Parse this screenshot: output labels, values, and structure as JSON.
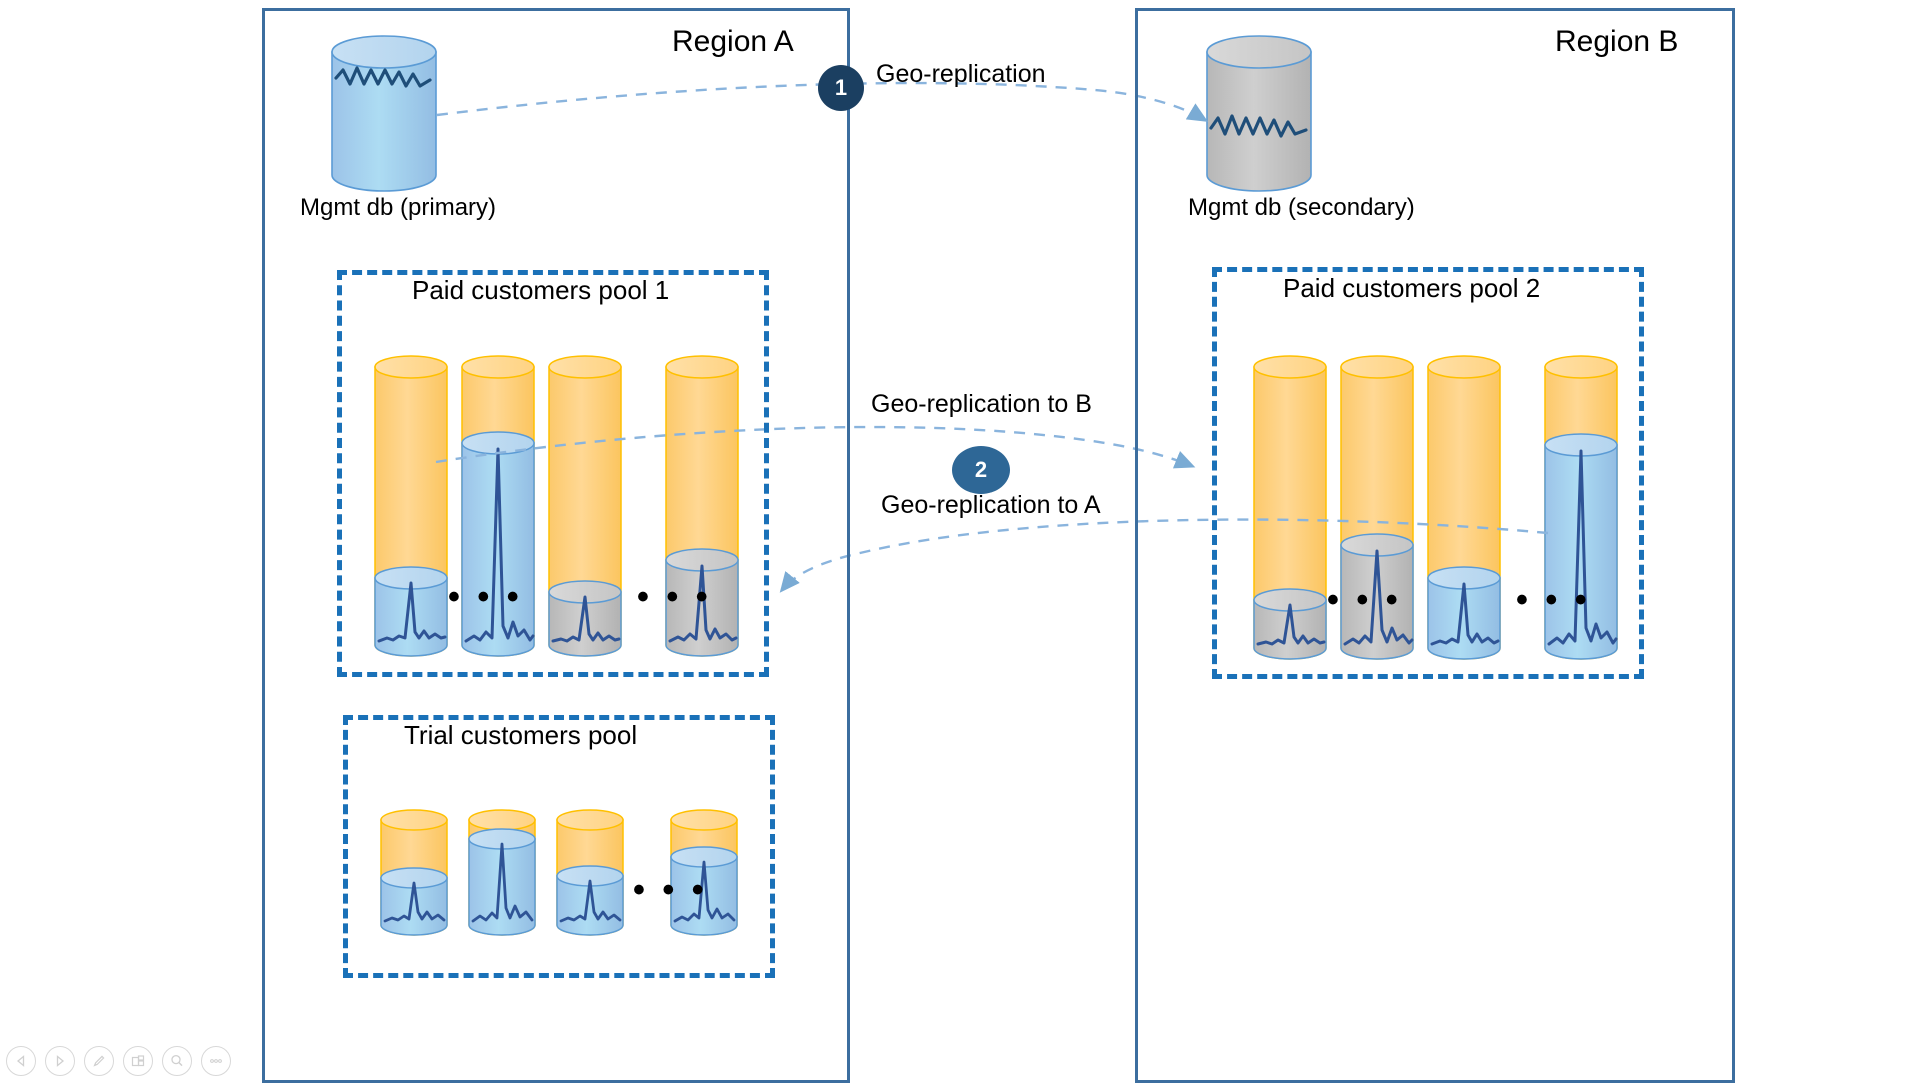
{
  "diagram": {
    "title_a": "Region A",
    "title_b": "Region B",
    "regions": [
      {
        "id": "region-a",
        "label": "Region A",
        "mgmt_db": {
          "caption": "Mgmt db (primary)",
          "fill": "blue",
          "color": "#9dc3e6"
        },
        "pools": [
          {
            "label": "Paid customers pool 1",
            "type": "paid",
            "cylinders": [
              {
                "index": 1,
                "outer": "orange",
                "inner_color": "blue",
                "inner_fill_pct": 22
              },
              {
                "index": 2,
                "outer": "orange",
                "inner_color": "blue",
                "inner_fill_pct": 78
              },
              {
                "index": 3,
                "outer": "orange",
                "inner_color": "grey",
                "inner_fill_pct": 18
              },
              {
                "index": 4,
                "outer": "orange",
                "inner_color": "grey",
                "inner_fill_pct": 30
              }
            ],
            "ellipsis": "• • •"
          },
          {
            "label": "Trial customers pool",
            "type": "trial",
            "cylinders": [
              {
                "index": 1,
                "outer": "orange",
                "inner_color": "blue",
                "inner_fill_pct": 42
              },
              {
                "index": 2,
                "outer": "orange",
                "inner_color": "blue",
                "inner_fill_pct": 85
              },
              {
                "index": 3,
                "outer": "orange",
                "inner_color": "blue",
                "inner_fill_pct": 44
              },
              {
                "index": 4,
                "outer": "orange",
                "inner_color": "blue",
                "inner_fill_pct": 68
              }
            ],
            "ellipsis": "• • •"
          }
        ]
      },
      {
        "id": "region-b",
        "label": "Region B",
        "mgmt_db": {
          "caption": "Mgmt db (secondary)",
          "fill": "grey",
          "color": "#bfbfbf"
        },
        "pools": [
          {
            "label": "Paid customers pool 2",
            "type": "paid",
            "cylinders": [
              {
                "index": 1,
                "outer": "orange",
                "inner_color": "grey",
                "inner_fill_pct": 18
              },
              {
                "index": 2,
                "outer": "orange",
                "inner_color": "grey",
                "inner_fill_pct": 38
              },
              {
                "index": 3,
                "outer": "orange",
                "inner_color": "blue",
                "inner_fill_pct": 25
              },
              {
                "index": 4,
                "outer": "orange",
                "inner_color": "blue",
                "inner_fill_pct": 78
              }
            ],
            "ellipsis": "• • •"
          }
        ]
      }
    ],
    "connections": [
      {
        "badge": "1",
        "label": "Geo-replication",
        "from": "mgmt-db-primary",
        "to": "mgmt-db-secondary"
      },
      {
        "badge": "2",
        "label": "Geo-replication to B",
        "from": "pool1",
        "to": "pool2"
      },
      {
        "badge": "2",
        "label": "Geo-replication to A",
        "from": "pool2",
        "to": "pool1"
      }
    ],
    "ellipsis": "• • •"
  },
  "colors": {
    "region_border": "#3c6e9f",
    "pool_border": "#1a71b8",
    "orange_fill": "#ffd480",
    "orange_stroke": "#ffc000",
    "blue_fill": "#9dc3e6",
    "blue_stroke": "#5b9bd5",
    "grey_fill": "#bfbfbf",
    "grey_stroke": "#5b9bd5",
    "wave_stroke": "#2f5496",
    "badge_1": "#1b3f61",
    "badge_2": "#2e6796",
    "arrow": "#7aabd4"
  },
  "toolbar": {
    "buttons": [
      {
        "name": "previous-icon",
        "glyph": "◁"
      },
      {
        "name": "next-icon",
        "glyph": "▷"
      },
      {
        "name": "pencil-icon",
        "glyph": "╱"
      },
      {
        "name": "layers-icon",
        "glyph": "▣"
      },
      {
        "name": "search-icon",
        "glyph": "⌕"
      },
      {
        "name": "more-icon",
        "glyph": "···"
      }
    ]
  }
}
